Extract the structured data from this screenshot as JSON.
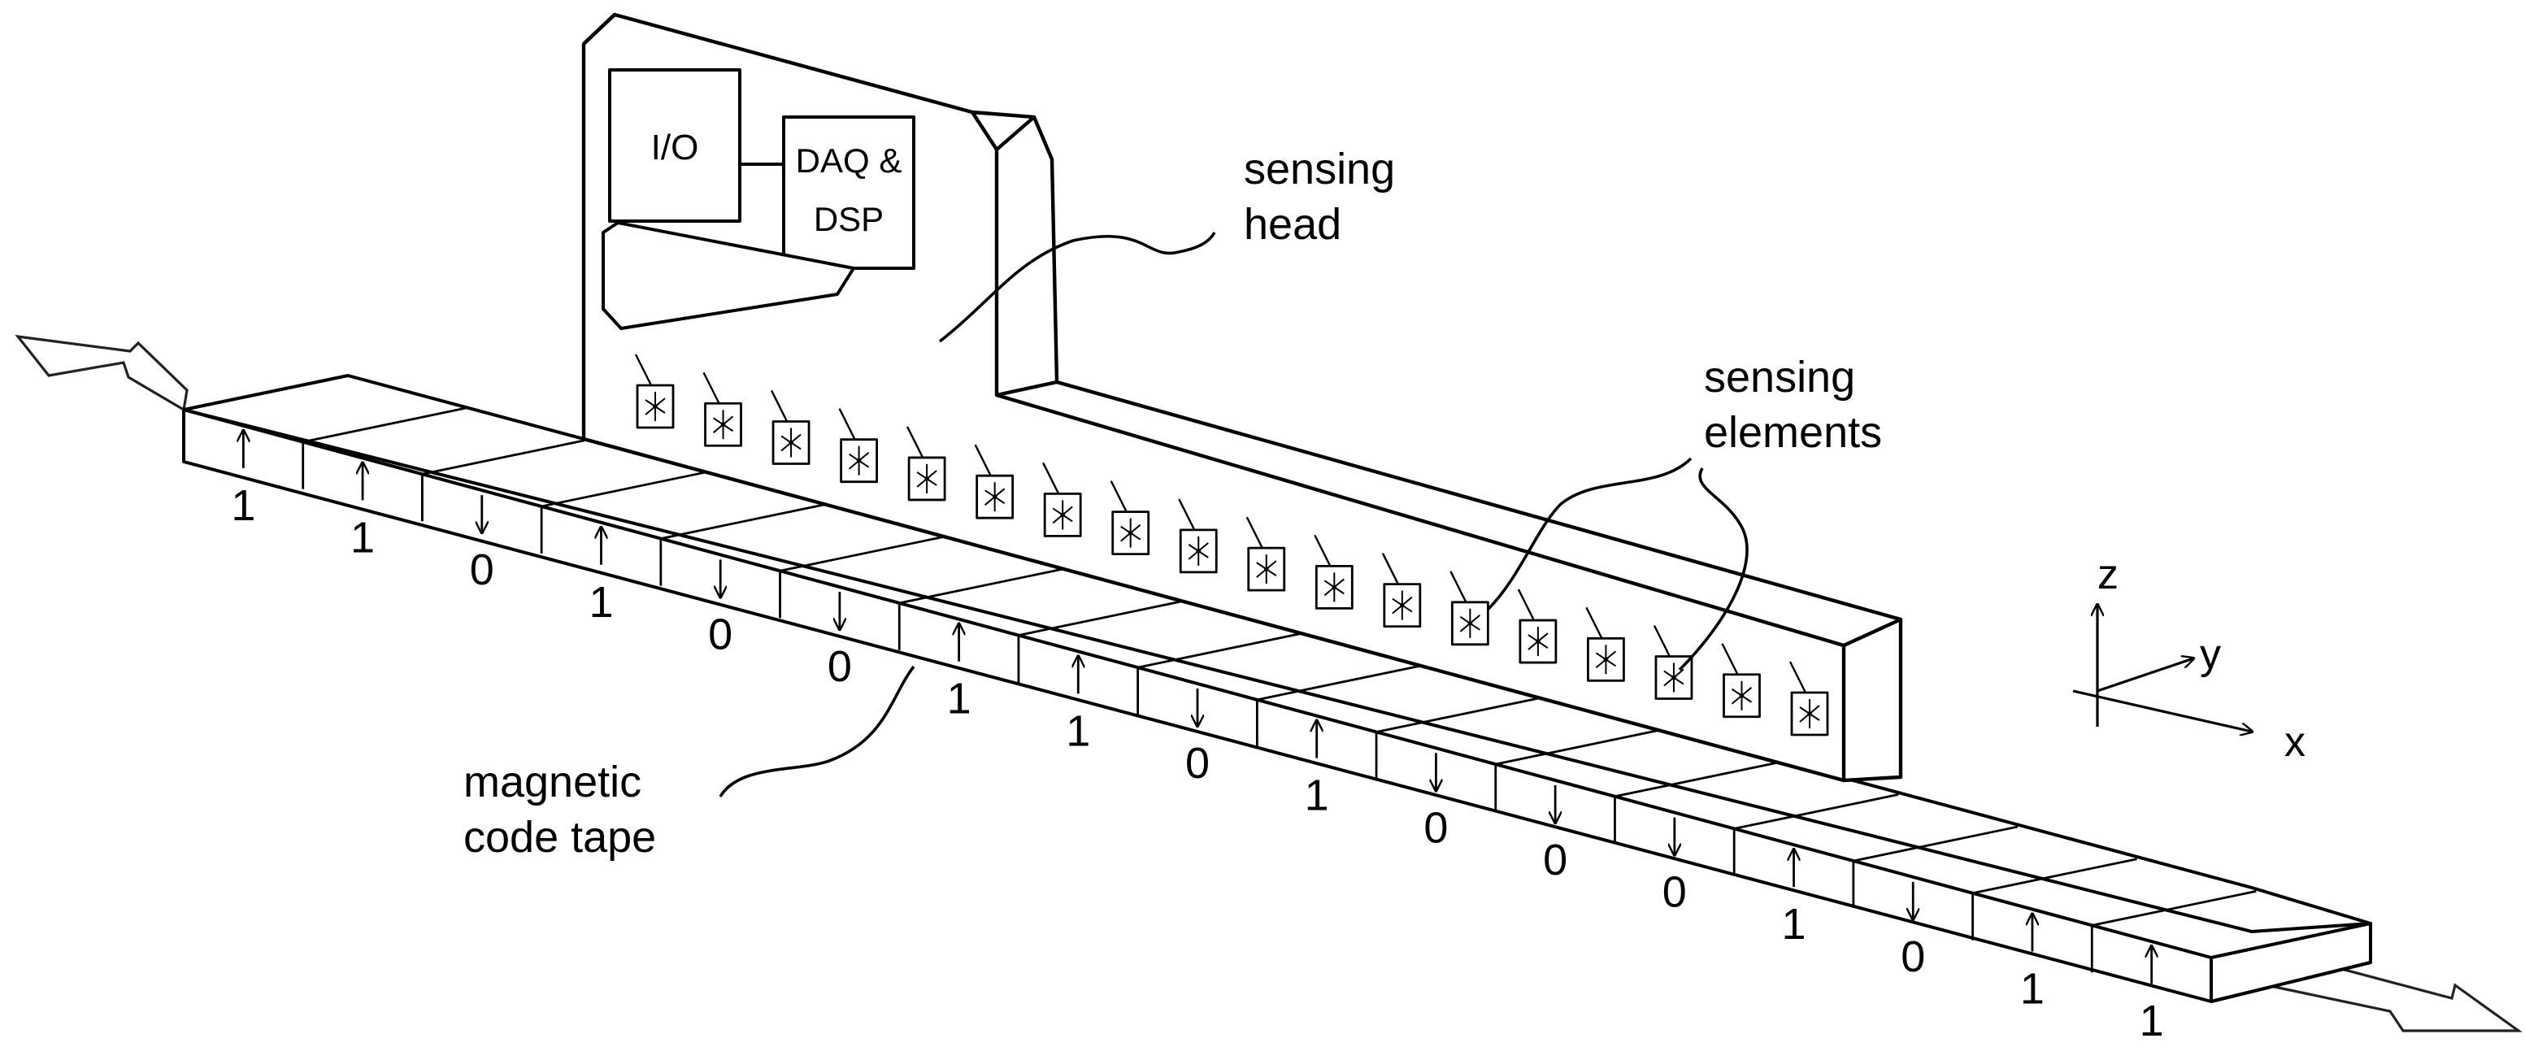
{
  "labels": {
    "sensing_head": [
      "sensing",
      "head"
    ],
    "sensing_elements": [
      "sensing",
      "elements"
    ],
    "magnetic_code_tape": [
      "magnetic",
      "code tape"
    ],
    "io_box": "I/O",
    "daq_box": [
      "DAQ &",
      "DSP"
    ]
  },
  "axes": {
    "z": "z",
    "y": "y",
    "x": "x"
  },
  "tape_bits": [
    "1",
    "1",
    "0",
    "1",
    "0",
    "0",
    "1",
    "1",
    "0",
    "1",
    "0",
    "0",
    "0",
    "1",
    "0",
    "1",
    "1"
  ],
  "sensor_count": 18
}
